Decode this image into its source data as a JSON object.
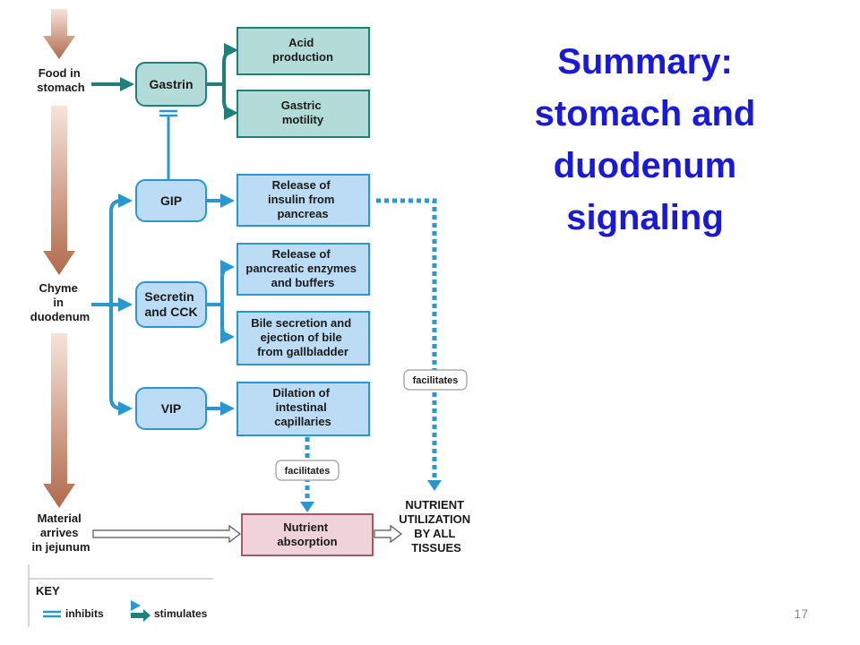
{
  "slide": {
    "title_lines": [
      "Summary:",
      "stomach and",
      "duodenum",
      "signaling"
    ],
    "page_number": "17"
  },
  "diagram": {
    "left_labels": {
      "food": [
        "Food in",
        "stomach"
      ],
      "chyme": [
        "Chyme",
        "in",
        "duodenum"
      ],
      "material": [
        "Material",
        "arrives",
        "in jejunum"
      ]
    },
    "hormones": {
      "gastrin": "Gastrin",
      "gip": "GIP",
      "secretin": [
        "Secretin",
        "and CCK"
      ],
      "vip": "VIP"
    },
    "effects": {
      "acid": [
        "Acid",
        "production"
      ],
      "motility": [
        "Gastric",
        "motility"
      ],
      "insulin": [
        "Release of",
        "insulin from",
        "pancreas"
      ],
      "enzymes": [
        "Release of",
        "pancreatic enzymes",
        "and buffers"
      ],
      "bile": [
        "Bile secretion and",
        "ejection of bile",
        "from gallbladder"
      ],
      "dilation": [
        "Dilation of",
        "intestinal",
        "capillaries"
      ],
      "absorption": [
        "Nutrient",
        "absorption"
      ]
    },
    "tags": {
      "facilitates_left": "facilitates",
      "facilitates_right": "facilitates"
    },
    "outcome": [
      "NUTRIENT",
      "UTILIZATION",
      "BY ALL",
      "TISSUES"
    ],
    "key": {
      "title": "KEY",
      "inhibits": "inhibits",
      "stimulates": "stimulates"
    }
  },
  "colors": {
    "title": "#1a1ad6",
    "teal_box": "#b3dcd8",
    "teal_line": "#1e7f7b",
    "blue_box": "#bcdcf5",
    "blue_line": "#2a98cf",
    "pink_box": "#efd3d9",
    "pink_line": "#a35a68",
    "arrow_brown": "#b06a4a"
  }
}
